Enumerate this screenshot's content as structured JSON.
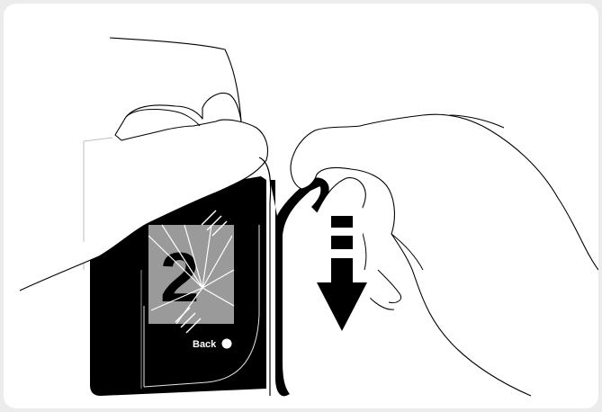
{
  "illustration": {
    "back_label": "Back",
    "step_number": "2",
    "colors": {
      "background": "#ffffff",
      "frame": "#ececec",
      "card": "#000000",
      "panel": "#9a9a9a",
      "line": "#000000"
    },
    "icons": [
      "left-hand",
      "right-hand",
      "film-pack",
      "pull-tab",
      "down-arrow"
    ]
  }
}
